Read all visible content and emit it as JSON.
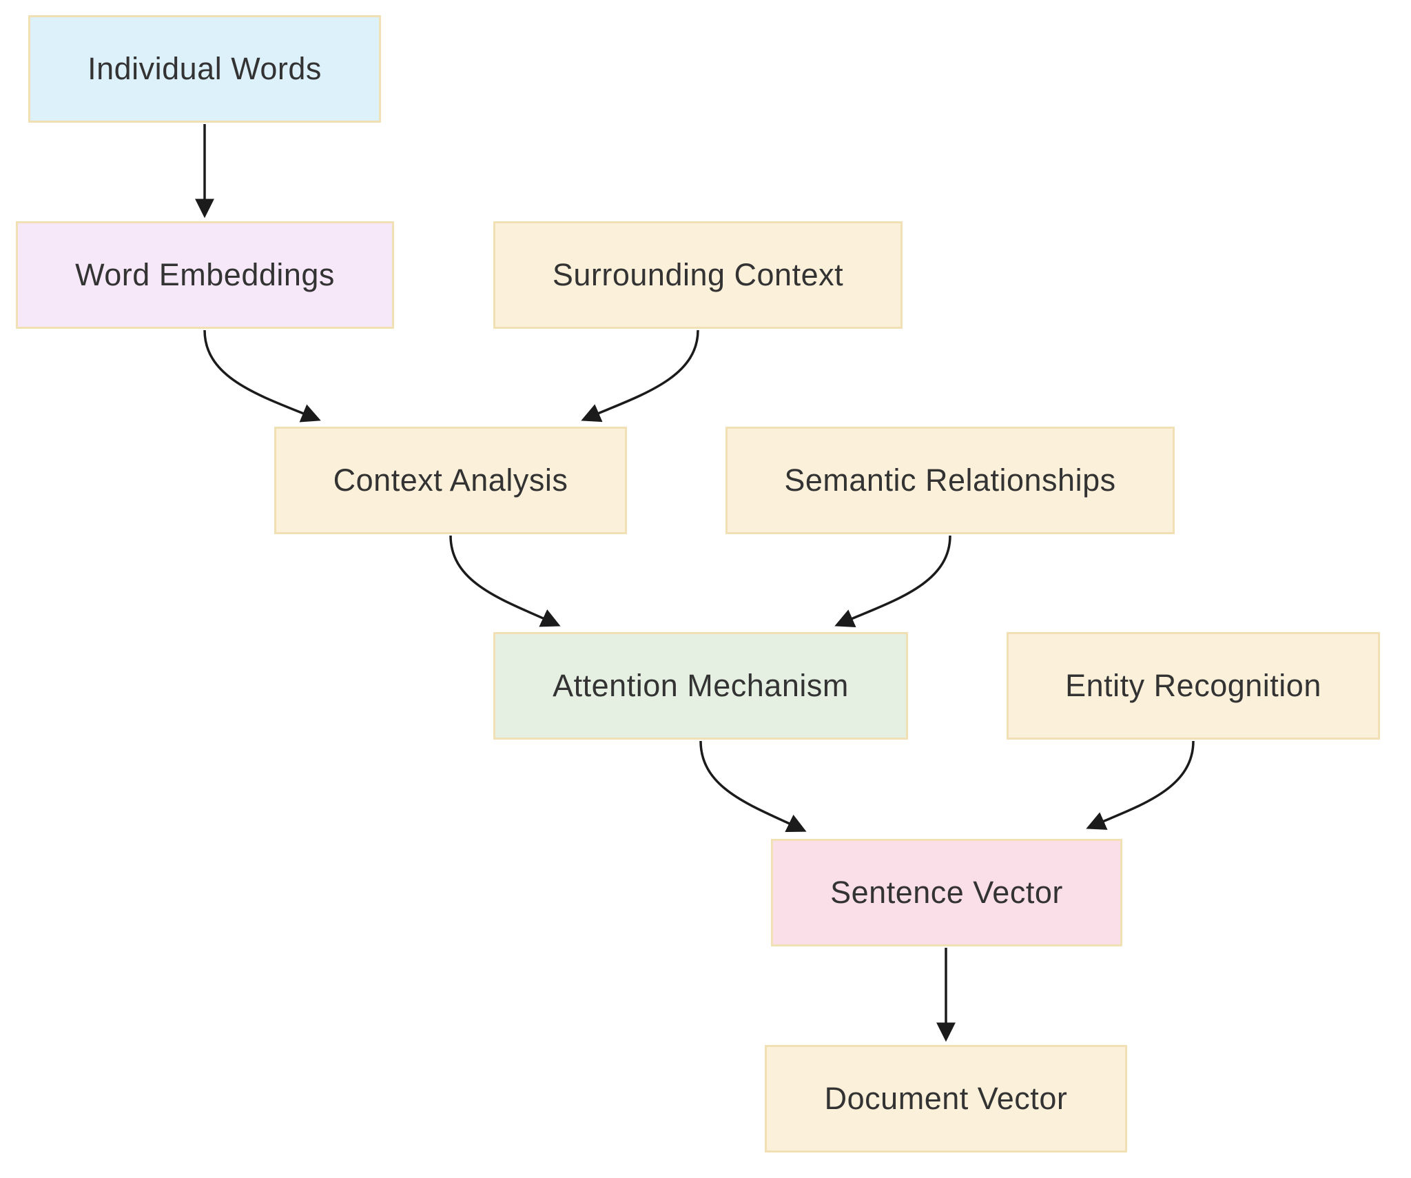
{
  "diagram": {
    "type": "flowchart",
    "direction": "top-down",
    "nodes": [
      {
        "id": "individual-words",
        "label": "Individual Words",
        "fill": "#dcf1fa"
      },
      {
        "id": "word-embeddings",
        "label": "Word Embeddings",
        "fill": "#f6e8f8"
      },
      {
        "id": "surrounding-context",
        "label": "Surrounding Context",
        "fill": "#fbf0d9"
      },
      {
        "id": "context-analysis",
        "label": "Context Analysis",
        "fill": "#fbf0d9"
      },
      {
        "id": "semantic-relationships",
        "label": "Semantic Relationships",
        "fill": "#fbf0d9"
      },
      {
        "id": "attention-mechanism",
        "label": "Attention Mechanism",
        "fill": "#e5f0e2"
      },
      {
        "id": "entity-recognition",
        "label": "Entity Recognition",
        "fill": "#fbf0d9"
      },
      {
        "id": "sentence-vector",
        "label": "Sentence Vector",
        "fill": "#fadee8"
      },
      {
        "id": "document-vector",
        "label": "Document Vector",
        "fill": "#fbf0d9"
      }
    ],
    "edges": [
      {
        "from": "individual-words",
        "to": "word-embeddings"
      },
      {
        "from": "word-embeddings",
        "to": "context-analysis"
      },
      {
        "from": "surrounding-context",
        "to": "context-analysis"
      },
      {
        "from": "context-analysis",
        "to": "attention-mechanism"
      },
      {
        "from": "semantic-relationships",
        "to": "attention-mechanism"
      },
      {
        "from": "attention-mechanism",
        "to": "sentence-vector"
      },
      {
        "from": "entity-recognition",
        "to": "sentence-vector"
      },
      {
        "from": "sentence-vector",
        "to": "document-vector"
      }
    ],
    "colors": {
      "background": "#ffffff",
      "node_border": "#f0e0b4",
      "node_fill_blue": "#dcf1fa",
      "node_fill_purple": "#f6e8f8",
      "node_fill_cream": "#fbf0d9",
      "node_fill_green": "#e5f0e2",
      "node_fill_pink": "#fadee8",
      "edge_stroke": "#1b1b1b",
      "text": "#333333"
    }
  }
}
